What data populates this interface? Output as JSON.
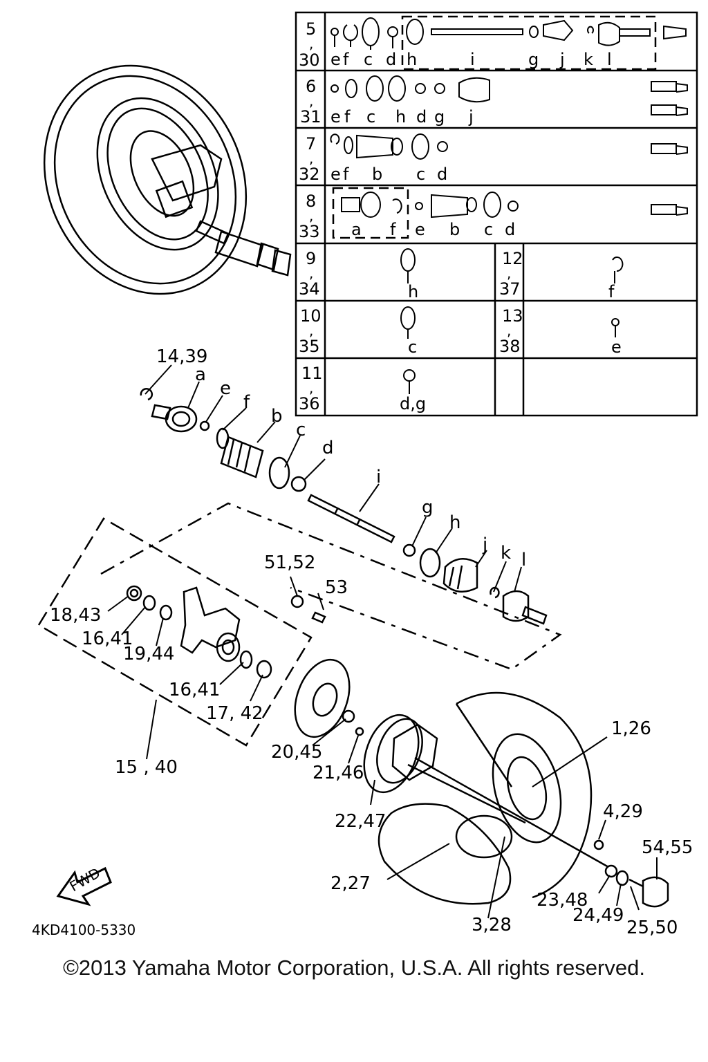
{
  "diagram_code": "4KD4100-5330",
  "fwd_label": "FWD",
  "copyright": "©2013 Yamaha Motor Corporation, U.S.A. All rights reserved.",
  "table": {
    "rows": [
      {
        "key_top": "5",
        "key_bottom": "30",
        "parts": [
          "e",
          "f",
          "c",
          "d",
          "h",
          "i",
          "g",
          "j",
          "k",
          "l"
        ]
      },
      {
        "key_top": "6",
        "key_bottom": "31",
        "parts": [
          "e",
          "f",
          "c",
          "h",
          "d",
          "g",
          "j"
        ]
      },
      {
        "key_top": "7",
        "key_bottom": "32",
        "parts": [
          "e",
          "f",
          "b",
          "c",
          "d"
        ]
      },
      {
        "key_top": "8",
        "key_bottom": "33",
        "parts": [
          "a",
          "f",
          "e",
          "b",
          "c",
          "d"
        ]
      }
    ],
    "split_rows": [
      {
        "left_top": "9",
        "left_bottom": "34",
        "left_part": "h",
        "right_top": "12",
        "right_bottom": "37",
        "right_part": "f"
      },
      {
        "left_top": "10",
        "left_bottom": "35",
        "left_part": "c",
        "right_top": "13",
        "right_bottom": "38",
        "right_part": "e"
      },
      {
        "left_top": "11",
        "left_bottom": "36",
        "left_part": "d,g",
        "right_top": "",
        "right_bottom": "",
        "right_part": ""
      }
    ]
  },
  "callouts": {
    "c14_39": "14,39",
    "a": "a",
    "e": "e",
    "f": "f",
    "b": "b",
    "c": "c",
    "d": "d",
    "i": "i",
    "g": "g",
    "h": "h",
    "j": "j",
    "k": "k",
    "l": "l",
    "c51_52": "51,52",
    "c53": "53",
    "c18_43": "18,43",
    "c16_41a": "16,41",
    "c19_44": "19,44",
    "c16_41b": "16,41",
    "c17_42": "17, 42",
    "c15_40": "15 , 40",
    "c20_45": "20,45",
    "c21_46": "21,46",
    "c22_47": "22,47",
    "c1_26": "1,26",
    "c4_29": "4,29",
    "c54_55": "54,55",
    "c2_27": "2,27",
    "c23_48": "23,48",
    "c24_49": "24,49",
    "c25_50": "25,50",
    "c3_28": "3,28"
  }
}
